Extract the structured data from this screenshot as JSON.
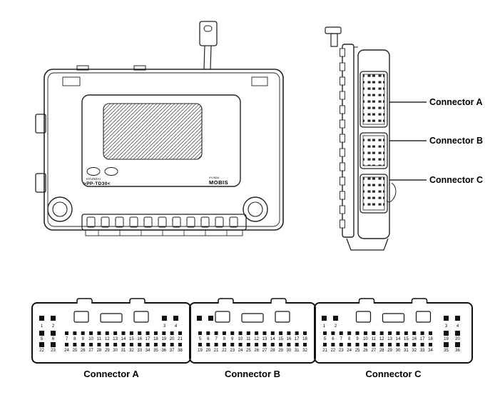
{
  "front_view": {
    "cert_text": "HYUNDAI",
    "part_code": ">PP-TD30<",
    "brand_small": "HYUNDAI",
    "brand": "MOBIS"
  },
  "side_view": {
    "callouts": [
      "Connector A",
      "Connector B",
      "Connector C"
    ]
  },
  "pinout": {
    "connectors": [
      {
        "id": "A",
        "label": "Connector A",
        "rows": [
          {
            "left": [
              "1",
              "2"
            ],
            "run": [],
            "right": [
              "3",
              "4"
            ]
          },
          {
            "left": [
              "5",
              "6"
            ],
            "run": [
              "7",
              "8",
              "9",
              "10",
              "11",
              "12",
              "13",
              "14",
              "15",
              "16",
              "17",
              "18",
              "19",
              "20",
              "21"
            ],
            "right": []
          },
          {
            "left": [
              "22",
              "23"
            ],
            "run": [
              "24",
              "25",
              "26",
              "27",
              "28",
              "29",
              "30",
              "31",
              "32",
              "33",
              "34",
              "35",
              "36",
              "37",
              "38"
            ],
            "right": []
          }
        ]
      },
      {
        "id": "B",
        "label": "Connector B",
        "rows": [
          {
            "left": [
              "",
              ""
            ],
            "run": [],
            "right": []
          },
          {
            "left": [],
            "run": [
              "5",
              "6",
              "7",
              "8",
              "9",
              "10",
              "11",
              "12",
              "13",
              "14",
              "15",
              "16",
              "17",
              "18"
            ],
            "right": []
          },
          {
            "left": [],
            "run": [
              "19",
              "20",
              "21",
              "22",
              "23",
              "24",
              "25",
              "26",
              "27",
              "28",
              "29",
              "30",
              "31",
              "32"
            ],
            "right": []
          }
        ]
      },
      {
        "id": "C",
        "label": "Connector C",
        "rows": [
          {
            "left": [
              "1",
              "2"
            ],
            "run": [],
            "right": [
              "3",
              "4"
            ]
          },
          {
            "left": [],
            "run": [
              "5",
              "6",
              "7",
              "8",
              "9",
              "10",
              "11",
              "12",
              "13",
              "14",
              "15",
              "16",
              "17",
              "18"
            ],
            "right": [
              "19",
              "20"
            ]
          },
          {
            "left": [],
            "run": [
              "21",
              "22",
              "23",
              "24",
              "25",
              "26",
              "27",
              "28",
              "29",
              "30",
              "31",
              "32",
              "33",
              "34"
            ],
            "right": [
              "35",
              "36"
            ]
          }
        ]
      }
    ]
  }
}
